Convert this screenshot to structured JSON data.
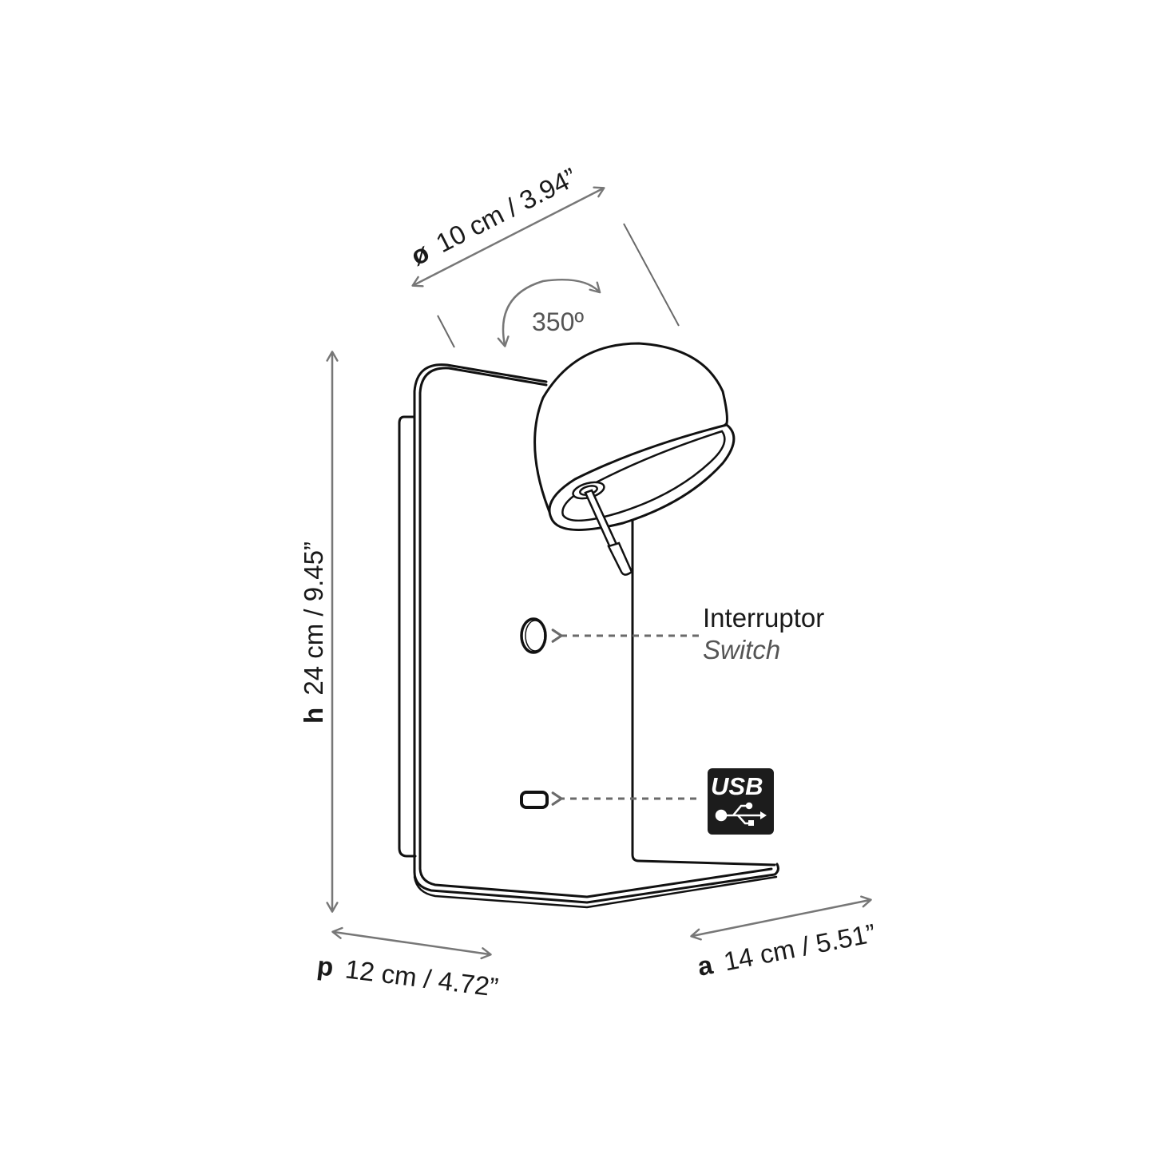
{
  "diagram": {
    "type": "product dimension drawing",
    "subject": "wall lamp with rotating spherical shade, switch and USB port",
    "colors": {
      "outline": "#111111",
      "dimension_lines": "#777777",
      "callout_lines": "#6a6a6a",
      "usb_badge_bg": "#1c1c1c",
      "usb_badge_fg": "#ffffff",
      "background": "#ffffff"
    }
  },
  "dimensions": {
    "diameter": {
      "prefix": "ø",
      "value": "10 cm / 3.94”"
    },
    "height": {
      "prefix": "h",
      "value": "24 cm / 9.45”"
    },
    "depth": {
      "prefix": "p",
      "value": "12 cm / 4.72”"
    },
    "width": {
      "prefix": "a",
      "value": "14 cm / 5.51”"
    }
  },
  "rotation": {
    "label": "350º"
  },
  "callouts": {
    "switch": {
      "title": "Interruptor",
      "subtitle": "Switch"
    },
    "usb": {
      "badge_label": "USB",
      "icon": "usb-trident-icon"
    }
  }
}
